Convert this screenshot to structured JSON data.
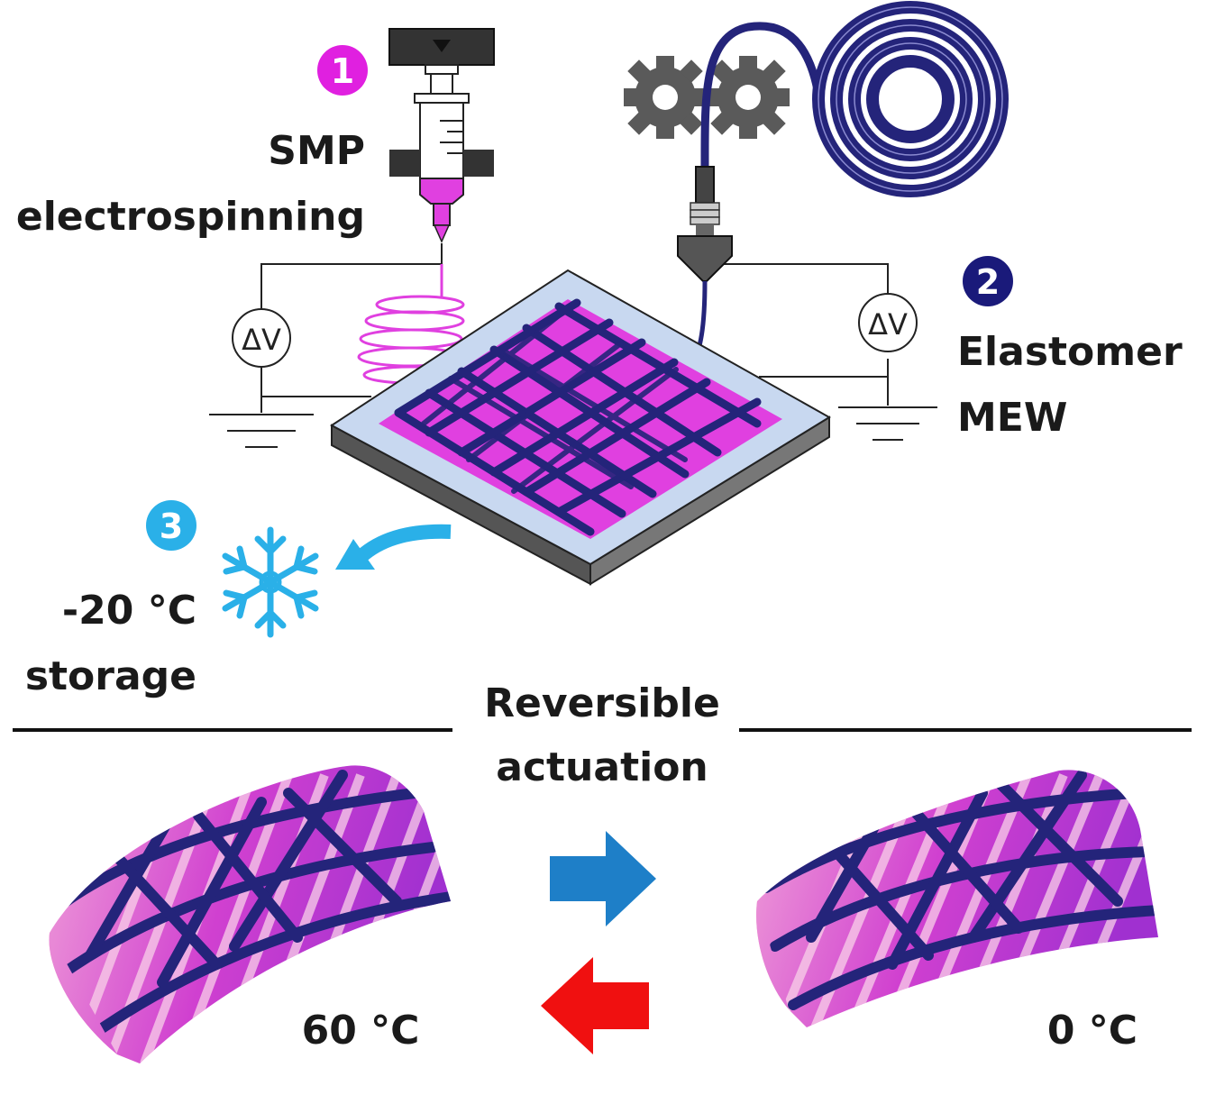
{
  "steps": [
    {
      "number": "1",
      "line1": "SMP",
      "line2": "electrospinning",
      "color": "#e020e0"
    },
    {
      "number": "2",
      "line1": "Elastomer",
      "line2": "MEW",
      "color": "#1a1a7a"
    },
    {
      "number": "3",
      "line1": "-20 °C",
      "line2": "storage",
      "color": "#2ab0e8"
    }
  ],
  "voltage_symbol": "ΔV",
  "actuation": {
    "line1": "Reversible",
    "line2": "actuation"
  },
  "temperatures": {
    "left": "60 °C",
    "right": "0 °C"
  },
  "colors": {
    "smp_magenta": "#e040e0",
    "elastomer_navy": "#24247a",
    "substrate": "#c8d8f0",
    "snowflake": "#2ab0e8",
    "forward_arrow": "#1e7fc8",
    "reverse_arrow": "#f01010",
    "gear": "#5a5a5a"
  },
  "icons": [
    "syringe-icon",
    "gear-icon",
    "spool-icon",
    "nozzle-icon",
    "ground-icon",
    "snowflake-icon",
    "arrow-right-icon",
    "arrow-left-icon"
  ]
}
